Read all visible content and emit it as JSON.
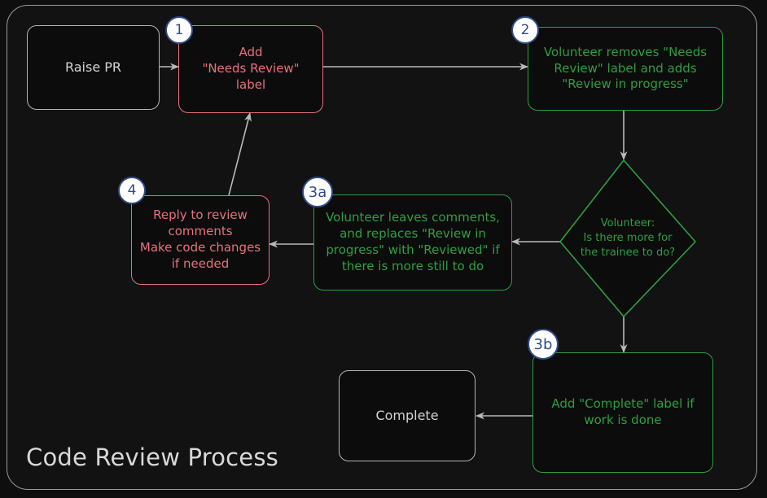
{
  "diagram": {
    "title": "Code Review Process",
    "colors": {
      "background": "#0e0e0e",
      "frame_border": "#9a9a9a",
      "grey_node": "#b5b5b5",
      "red_node": "#e8707c",
      "green_node": "#2f9e41",
      "badge_fill": "#ffffff",
      "badge_border": "#2f4b8a",
      "arrow": "#b9b9b9"
    },
    "nodes": [
      {
        "id": "raise-pr",
        "label": "Raise PR",
        "shape": "rounded-rect",
        "color": "grey",
        "badge": null
      },
      {
        "id": "add-needs-review-label",
        "label": "Add\n\"Needs Review\"\nlabel",
        "shape": "rounded-rect",
        "color": "red",
        "badge": "1"
      },
      {
        "id": "volunteer-removes-label",
        "label": "Volunteer removes \"Needs\nReview\" label and adds\n\"Review in progress\"",
        "shape": "rounded-rect",
        "color": "green",
        "badge": "2"
      },
      {
        "id": "volunteer-decision",
        "label": "Volunteer:\nIs there more for\nthe trainee to do?",
        "shape": "diamond",
        "color": "green",
        "badge": null
      },
      {
        "id": "volunteer-leaves-comments",
        "label": "Volunteer leaves comments,\nand replaces \"Review in\nprogress\" with \"Reviewed\" if\nthere is more still to do",
        "shape": "rounded-rect",
        "color": "green",
        "badge": "3a"
      },
      {
        "id": "reply-to-review-comments",
        "label": "Reply to review\ncomments\nMake code changes\nif needed",
        "shape": "rounded-rect",
        "color": "red",
        "badge": "4"
      },
      {
        "id": "add-complete-label",
        "label": "Add \"Complete\" label if\nwork is done",
        "shape": "rounded-rect",
        "color": "green",
        "badge": "3b"
      },
      {
        "id": "complete",
        "label": "Complete",
        "shape": "rounded-rect",
        "color": "grey",
        "badge": null
      }
    ],
    "edges": [
      {
        "from": "raise-pr",
        "to": "add-needs-review-label",
        "label": ""
      },
      {
        "from": "add-needs-review-label",
        "to": "volunteer-removes-label",
        "label": ""
      },
      {
        "from": "volunteer-removes-label",
        "to": "volunteer-decision",
        "label": ""
      },
      {
        "from": "volunteer-decision",
        "to": "volunteer-leaves-comments",
        "label": ""
      },
      {
        "from": "volunteer-leaves-comments",
        "to": "reply-to-review-comments",
        "label": ""
      },
      {
        "from": "reply-to-review-comments",
        "to": "add-needs-review-label",
        "label": ""
      },
      {
        "from": "volunteer-decision",
        "to": "add-complete-label",
        "label": ""
      },
      {
        "from": "add-complete-label",
        "to": "complete",
        "label": ""
      }
    ]
  }
}
